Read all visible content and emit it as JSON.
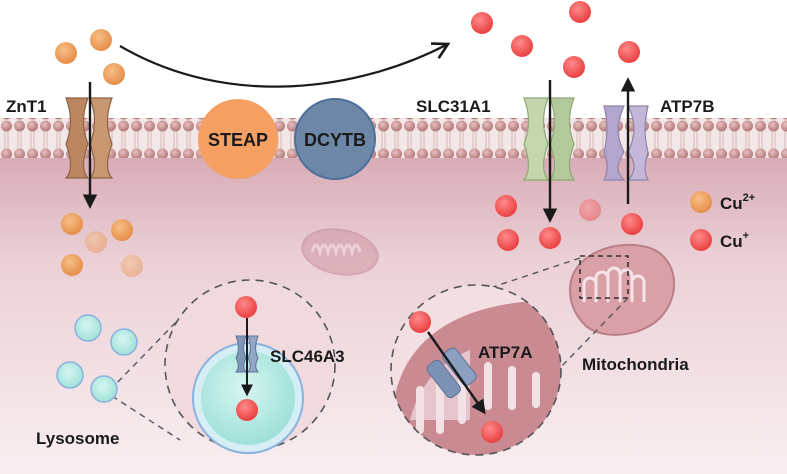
{
  "labels": {
    "znt1": "ZnT1",
    "steap": "STEAP",
    "dcytb": "DCYTB",
    "slc31a1": "SLC31A1",
    "atp7b": "ATP7B",
    "slc46a3": "SLC46A3",
    "atp7a": "ATP7A",
    "lysosome": "Lysosome",
    "mitochondria": "Mitochondria"
  },
  "legend": {
    "cu2_base": "Cu",
    "cu2_sup": "2+",
    "cu1_base": "Cu",
    "cu1_sup": "+"
  },
  "colors": {
    "cu2_ion": "#f0a060",
    "cu1_ion": "#f05050",
    "membrane_bead": "#c89090",
    "cytoplasm": "#e8c4cc",
    "lysosome": "#b8ece6",
    "steap": "#f5a062",
    "dcytb": "#6d87a6",
    "znt1": "#b98660",
    "slc31a1": "#bcd0a4",
    "atp7b": "#b3a6cc",
    "slc46a3": "#8096b8",
    "atp7a": "#7c92b4"
  }
}
